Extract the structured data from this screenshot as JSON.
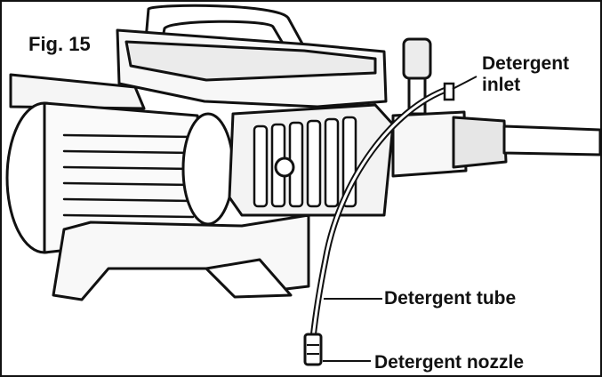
{
  "figure": {
    "label": "Fig. 15"
  },
  "callouts": {
    "detergent_inlet": "Detergent\ninlet",
    "detergent_tube": "Detergent tube",
    "detergent_nozzle": "Detergent nozzle"
  },
  "colors": {
    "ink": "#111111",
    "shade": "#bdbdbd",
    "paper": "#ffffff"
  }
}
